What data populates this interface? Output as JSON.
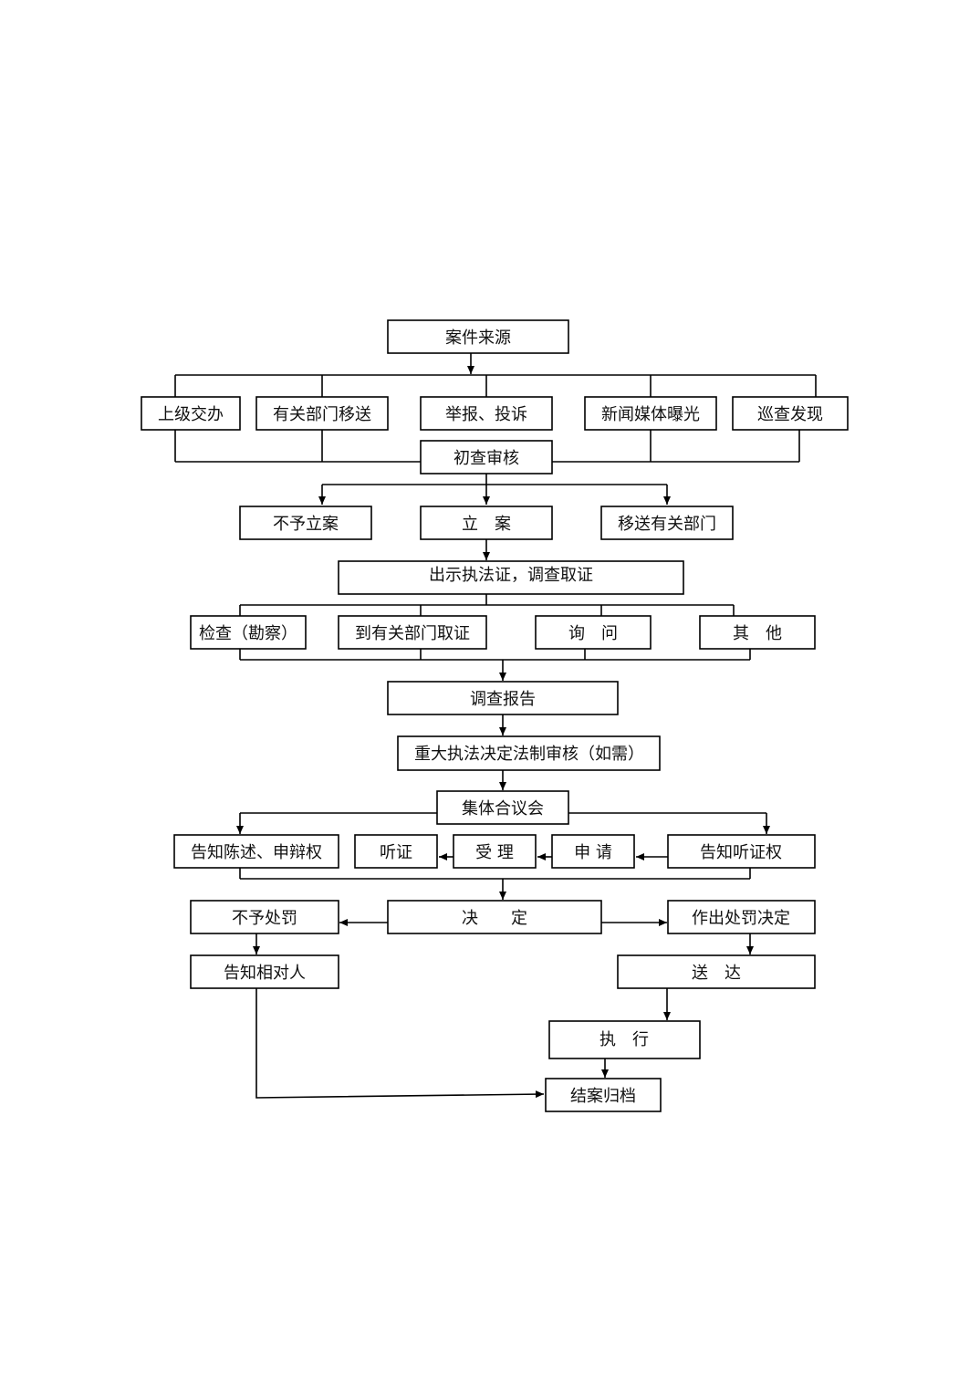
{
  "nodes": {
    "source": "案件来源",
    "superior": "上级交办",
    "transfer_in": "有关部门移送",
    "report": "举报、投诉",
    "media": "新闻媒体曝光",
    "patrol": "巡查发现",
    "initial_review": "初查审核",
    "no_case": "不予立案",
    "file_case": "立　案",
    "transfer_out": "移送有关部门",
    "show_cert": "出示执法证，调查取证",
    "inspect": "检查（勘察）",
    "dept_evidence": "到有关部门取证",
    "inquiry": "询　问",
    "other": "其　他",
    "investigation_report": "调查报告",
    "legal_review": "重大执法决定法制审核（如需）",
    "collective_meeting": "集体合议会",
    "notify_statement": "告知陈述、申辩权",
    "hearing": "听证",
    "accept": "受 理",
    "apply": "申 请",
    "notify_hearing": "告知听证权",
    "no_penalty": "不予处罚",
    "decision": "决　　定",
    "make_penalty": "作出处罚决定",
    "notify_party": "告知相对人",
    "deliver": "送　达",
    "execute": "执　行",
    "close_archive": "结案归档"
  }
}
